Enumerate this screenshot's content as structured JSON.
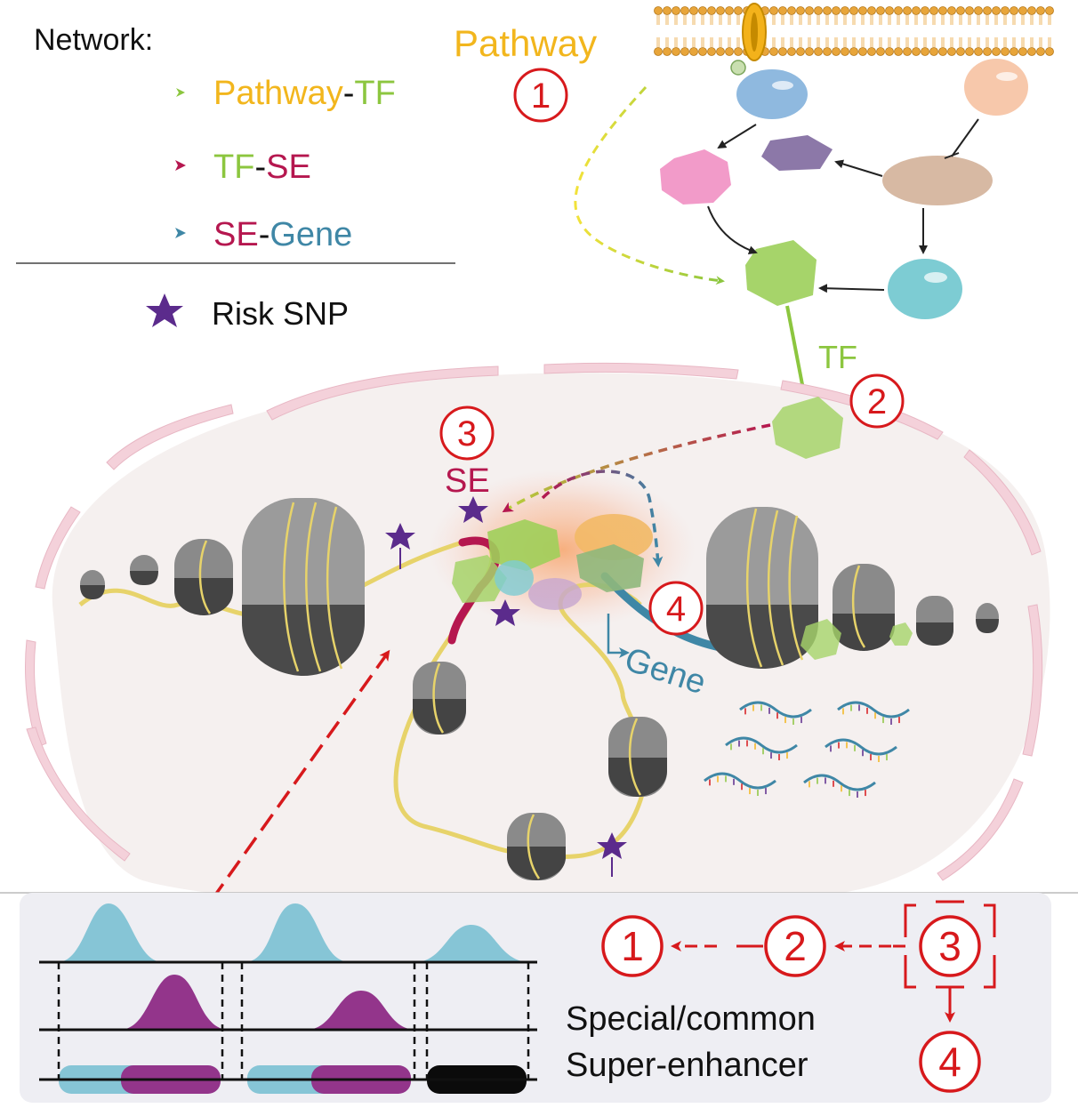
{
  "legend": {
    "title": "Network:",
    "rows": [
      {
        "left": "Pathway",
        "sep": "-",
        "right": "TF",
        "left_color": "#f2b61d",
        "right_color": "#8cc63f"
      },
      {
        "left": "TF",
        "sep": "-",
        "right": "SE",
        "left_color": "#8cc63f",
        "right_color": "#b5174f"
      },
      {
        "left": "SE",
        "sep": "-",
        "right": "Gene",
        "left_color": "#b5174f",
        "right_color": "#3f87a6"
      }
    ],
    "snp_label": "Risk SNP",
    "snp_icon": "purple-star-icon"
  },
  "labels": {
    "pathway": "Pathway",
    "tf": "TF",
    "se": "SE",
    "gene": "Gene"
  },
  "steps": {
    "one": "1",
    "two": "2",
    "three": "3",
    "four": "4"
  },
  "bottom_panel": {
    "line1": "Special/common",
    "line2": "Super-enhancer"
  },
  "colors": {
    "red": "#d7191c",
    "yellow_dash": "#f2e23a",
    "green_tf": "#8cc63f",
    "se_crimson": "#b5174f",
    "gene_blue": "#3f87a6",
    "purple": "#5b2b8c",
    "peak_blue": "#86c5d6",
    "peak_purple": "#93358b",
    "nucleus": "#f5f0ef",
    "envelope": "#f4d1da"
  }
}
